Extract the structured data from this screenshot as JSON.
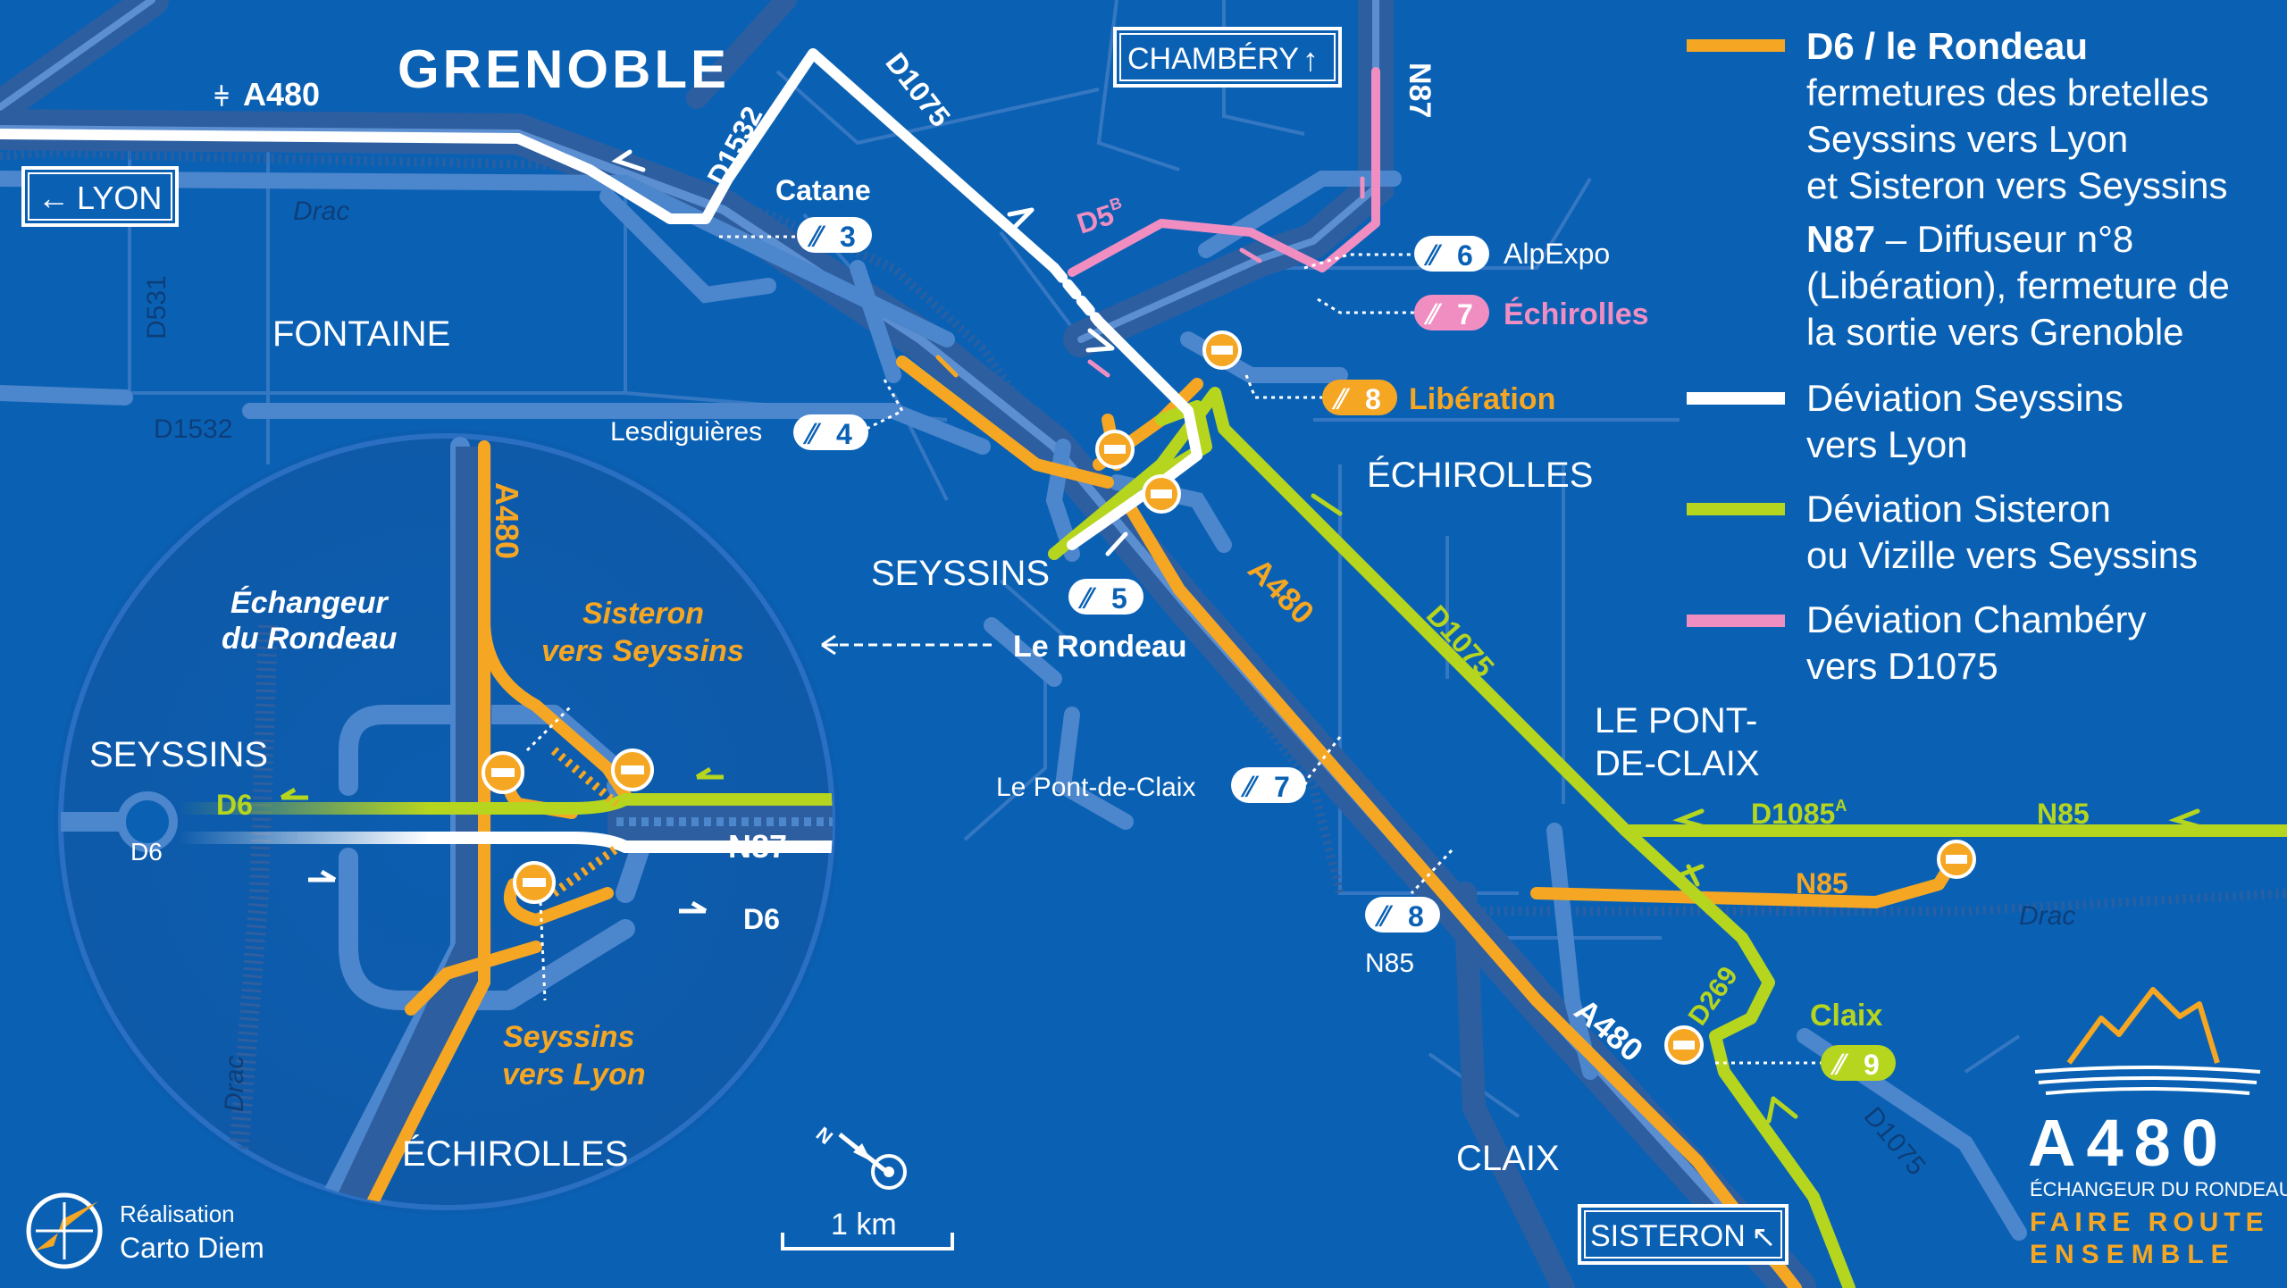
{
  "colors": {
    "background": "#0a61b4",
    "orange": "#f5a623",
    "green": "#b6d51e",
    "white": "#ffffff",
    "pink": "#f08ec2",
    "road_light": "#4c86cc",
    "road_dark": "#2d5ea0"
  },
  "places": {
    "grenoble": "GRENOBLE",
    "fontaine": "FONTAINE",
    "seyssins": "SEYSSINS",
    "echirolles": "ÉCHIROLLES",
    "pont_de_claix_1": "LE PONT-",
    "pont_de_claix_2": "DE-CLAIX",
    "claix": "CLAIX",
    "drac": "Drac"
  },
  "signs": {
    "lyon": "LYON",
    "chambery": "CHAMBÉRY",
    "sisteron": "SISTERON"
  },
  "roads": {
    "a480": "A480",
    "d1532": "D1532",
    "d1075": "D1075",
    "n87": "N87",
    "d5b": "D5",
    "d5b_sup": "B",
    "d531": "D531",
    "d6": "D6",
    "d269": "D269",
    "n85": "N85",
    "d1085a": "D1085",
    "d1085a_sup": "A"
  },
  "exits": [
    {
      "number": "3",
      "name": "Catane"
    },
    {
      "number": "4",
      "name": "Lesdiguières"
    },
    {
      "number": "5",
      "name": "Le Rondeau"
    },
    {
      "number": "6",
      "name": "AlpExpo"
    },
    {
      "number": "7",
      "name": "Échirolles"
    },
    {
      "number": "8",
      "name": "Libération"
    },
    {
      "number": "7",
      "name": "Le Pont-de-Claix"
    },
    {
      "number": "8",
      "name": "N85"
    },
    {
      "number": "9",
      "name": "Claix"
    }
  ],
  "inset": {
    "title_1": "Échangeur",
    "title_2": "du Rondeau",
    "seyssins": "SEYSSINS",
    "echirolles": "ÉCHIROLLES",
    "drac": "Drac",
    "d6": "D6",
    "a480": "A480",
    "n87": "N87",
    "sisteron_1": "Sisteron",
    "sisteron_2": "vers Seyssins",
    "seyssins_lyon_1": "Seyssins",
    "seyssins_lyon_2": "vers Lyon"
  },
  "legend": [
    {
      "color": "#f5a623",
      "bold": "D6 / le Rondeau",
      "lines": [
        "fermetures des bretelles",
        "Seyssins vers Lyon",
        "et Sisteron vers Seyssins"
      ]
    },
    {
      "color": "",
      "bold": "N87",
      "first_rest": " – Diffuseur n°8",
      "lines": [
        "(Libération), fermeture de",
        "la sortie vers Grenoble"
      ]
    },
    {
      "color": "#ffffff",
      "bold": "",
      "lines": [
        "Déviation Seyssins",
        "vers Lyon"
      ]
    },
    {
      "color": "#b6d51e",
      "bold": "",
      "lines": [
        "Déviation Sisteron",
        "ou Vizille vers Seyssins"
      ]
    },
    {
      "color": "#f08ec2",
      "bold": "",
      "lines": [
        "Déviation Chambéry",
        "vers D1075"
      ]
    }
  ],
  "brand": {
    "title": "A480",
    "subtitle": "ÉCHANGEUR DU RONDEAU",
    "tagline_1": "FAIRE ROUTE",
    "tagline_2": "ENSEMBLE"
  },
  "credit": {
    "label": "Réalisation",
    "author": "Carto Diem"
  },
  "scale": {
    "label": "1 km"
  },
  "compass": {
    "label": "N",
    "icon": "north-arrow-icon"
  }
}
